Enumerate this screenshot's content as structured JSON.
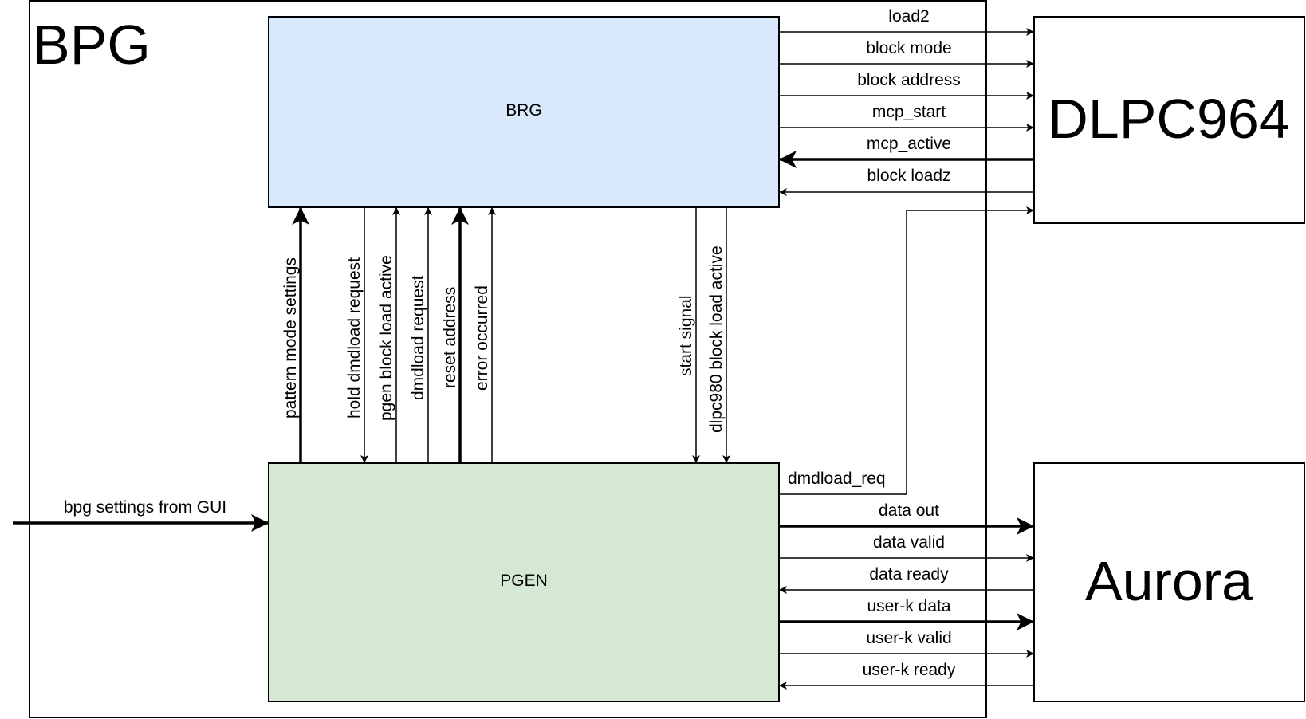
{
  "containers": {
    "bpg": "BPG",
    "brg": "BRG",
    "pgen": "PGEN",
    "dlpc": "DLPC964",
    "aurora": "Aurora"
  },
  "colors": {
    "brg_fill": "#dae8fc",
    "pgen_fill": "#d5e8d4",
    "stroke": "#000000"
  },
  "signals_brg_dlpc": [
    "load2",
    "block mode",
    "block address",
    "mcp_start",
    "mcp_active",
    "block loadz"
  ],
  "signals_vertical": [
    "pattern mode settings",
    "hold dmdload request",
    "pgen block load active",
    "dmdload request",
    "reset address",
    "error occurred",
    "start signal",
    "dlpc980 block load active"
  ],
  "signals_pgen_dlpc": "dmdload_req",
  "signals_gui": "bpg settings from GUI",
  "signals_pgen_aurora": [
    "data out",
    "data valid",
    "data ready",
    "user-k data",
    "user-k valid",
    "user-k ready"
  ]
}
